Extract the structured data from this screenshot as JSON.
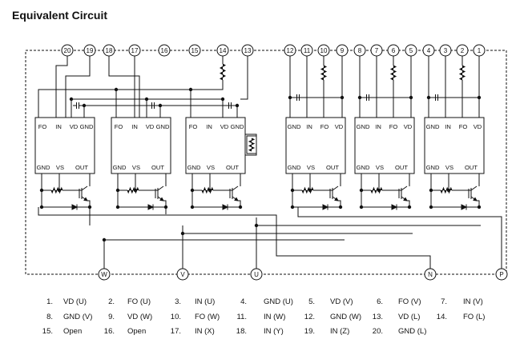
{
  "title": "Equivalent Circuit",
  "top_pins": [
    "20",
    "19",
    "18",
    "17",
    "16",
    "15",
    "14",
    "13",
    "12",
    "11",
    "10",
    "9",
    "8",
    "7",
    "6",
    "5",
    "4",
    "3",
    "2",
    "1"
  ],
  "blocks": [
    {
      "top": [
        "FO",
        "IN",
        "VD",
        "GND"
      ],
      "bottom": [
        "GND",
        "VS",
        "OUT"
      ]
    },
    {
      "top": [
        "FO",
        "IN",
        "VD",
        "GND"
      ],
      "bottom": [
        "GND",
        "VS",
        "OUT"
      ]
    },
    {
      "top": [
        "FO",
        "IN",
        "VD",
        "GND"
      ],
      "bottom": [
        "GND",
        "VS",
        "OUT"
      ]
    },
    {
      "top": [
        "GND",
        "IN",
        "FO",
        "VD"
      ],
      "bottom": [
        "GND",
        "VS",
        "OUT"
      ]
    },
    {
      "top": [
        "GND",
        "IN",
        "FO",
        "VD"
      ],
      "bottom": [
        "GND",
        "VS",
        "OUT"
      ]
    },
    {
      "top": [
        "GND",
        "IN",
        "FO",
        "VD"
      ],
      "bottom": [
        "GND",
        "VS",
        "OUT"
      ]
    }
  ],
  "bottom_pins": [
    "W",
    "V",
    "U",
    "N",
    "P"
  ],
  "pin_list": [
    {
      "num": "1.",
      "name": "VD (U)"
    },
    {
      "num": "2.",
      "name": "FO (U)"
    },
    {
      "num": "3.",
      "name": "IN (U)"
    },
    {
      "num": "4.",
      "name": "GND (U)"
    },
    {
      "num": "5.",
      "name": "VD (V)"
    },
    {
      "num": "6.",
      "name": "FO (V)"
    },
    {
      "num": "7.",
      "name": "IN (V)"
    },
    {
      "num": "8.",
      "name": "GND (V)"
    },
    {
      "num": "9.",
      "name": "VD (W)"
    },
    {
      "num": "10.",
      "name": "FO (W)"
    },
    {
      "num": "11.",
      "name": "IN (W)"
    },
    {
      "num": "12.",
      "name": "GND (W)"
    },
    {
      "num": "13.",
      "name": "VD (L)"
    },
    {
      "num": "14.",
      "name": "FO (L)"
    },
    {
      "num": "15.",
      "name": "Open"
    },
    {
      "num": "16.",
      "name": "Open"
    },
    {
      "num": "17.",
      "name": "IN (X)"
    },
    {
      "num": "18.",
      "name": "IN (Y)"
    },
    {
      "num": "19.",
      "name": "IN (Z)"
    },
    {
      "num": "20.",
      "name": "GND (L)"
    }
  ]
}
